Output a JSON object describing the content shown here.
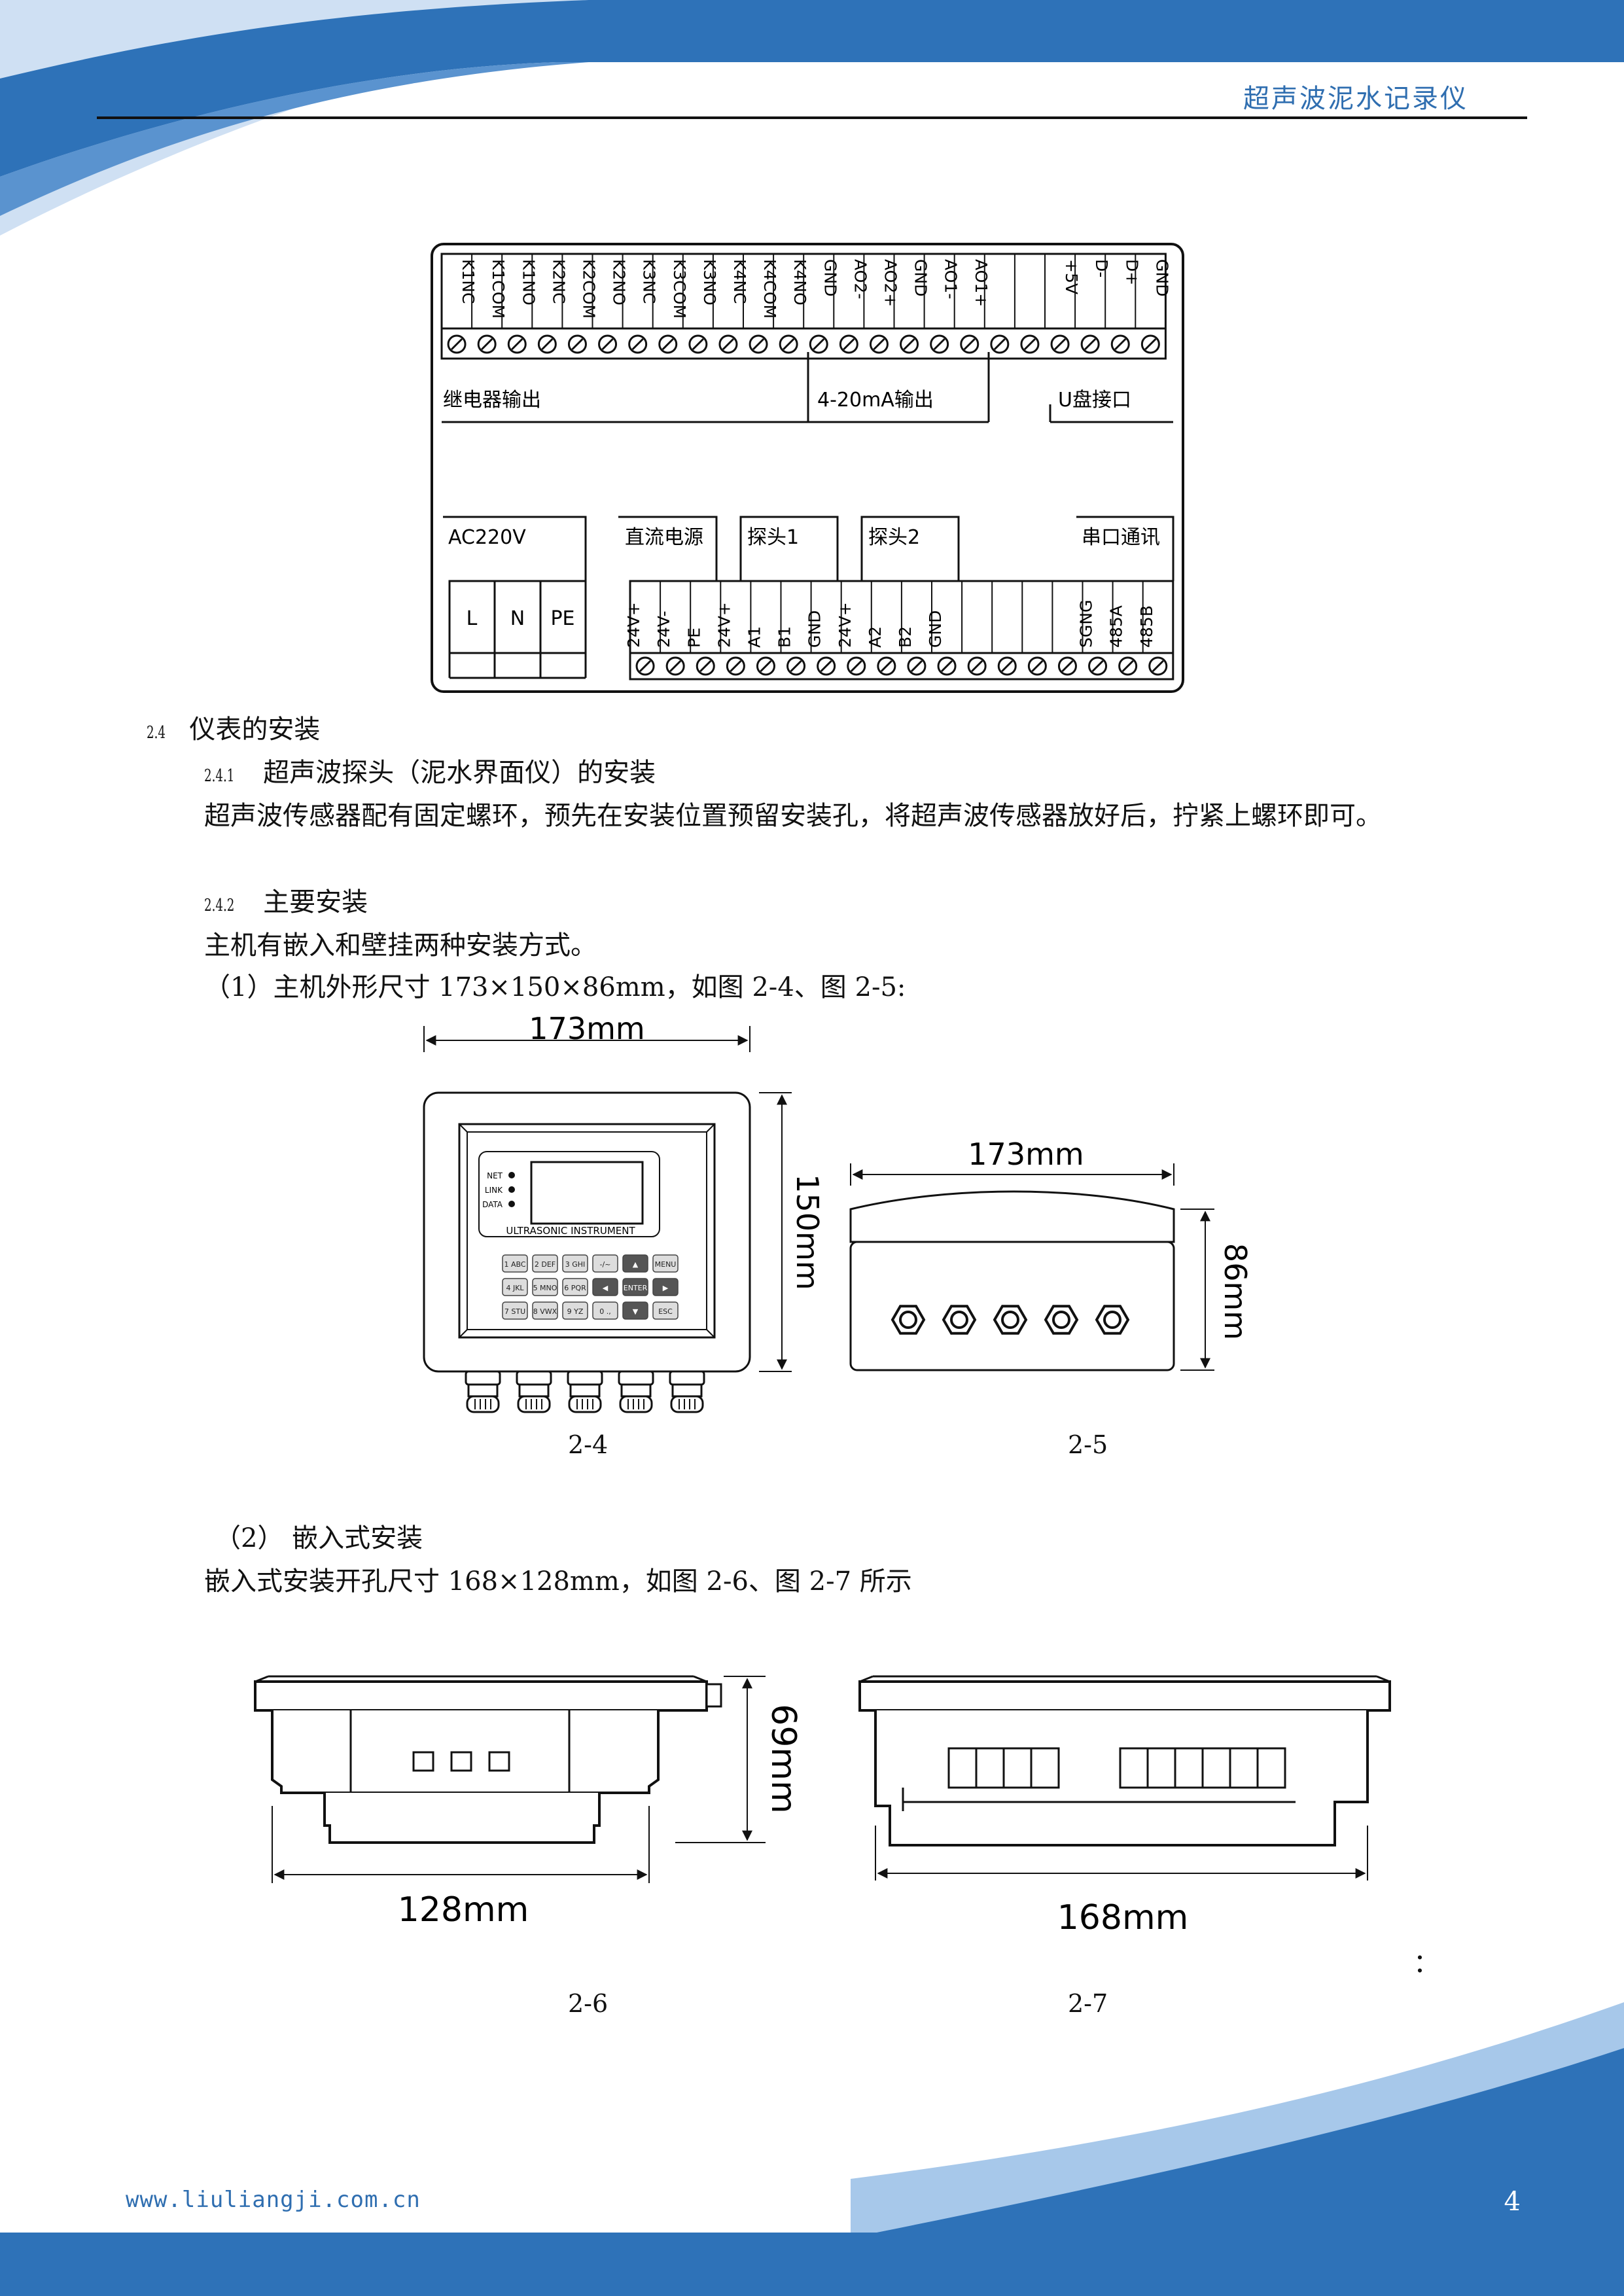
{
  "header": {
    "title": "超声波泥水记录仪"
  },
  "wiring": {
    "top_terminals": [
      "K1NC",
      "K1COM",
      "K1NO",
      "K2NC",
      "K2COM",
      "K2NO",
      "K3NC",
      "K3COM",
      "K3NO",
      "K4NC",
      "K4COM",
      "K4NO",
      "GND",
      "AO2-",
      "AO2+",
      "GND",
      "AO1-",
      "AO1+",
      "",
      "",
      "+5V",
      "D-",
      "D+",
      "GND"
    ],
    "group_relay": "继电器输出",
    "group_analog": "4-20mA输出",
    "group_usb": "U盘接口",
    "group_ac": "AC220V",
    "ac_terminals": [
      "L",
      "N",
      "PE"
    ],
    "group_dc": "直流电源",
    "group_probe1": "探头1",
    "group_probe2": "探头2",
    "group_serial": "串口通讯",
    "bottom_terminals": [
      "24V+",
      "24V-",
      "PE",
      "24V+",
      "A1",
      "B1",
      "GND",
      "24V+",
      "A2",
      "B2",
      "GND",
      "",
      "",
      "",
      "",
      "SGNG",
      "485A",
      "485B"
    ]
  },
  "section_2_4": {
    "num": "2.4",
    "title": "仪表的安装"
  },
  "section_2_4_1": {
    "num": "2.4.1",
    "title": "超声波探头（泥水界面仪）的安装"
  },
  "para_probe": "超声波传感器配有固定螺环，预先在安装位置预留安装孔，将超声波传感器放好后，拧紧上螺环即可。",
  "section_2_4_2": {
    "num": "2.4.2",
    "title": "主要安装"
  },
  "para_mount": "主机有嵌入和壁挂两种安装方式。",
  "para_size": "（1）主机外形尺寸 173×150×86mm，如图 2-4、图 2-5:",
  "fig_front": {
    "width_label": "173mm",
    "height_label": "150mm",
    "indicators": [
      "NET",
      "LINK",
      "DATA"
    ],
    "brand": "ULTRASONIC INSTRUMENT",
    "keys": [
      "1 ABC",
      "2 DEF",
      "3 GHI",
      "-/~",
      "▲",
      "MENU",
      "4 JKL",
      "5 MNO",
      "6 PQR",
      "◀",
      "ENTER",
      "▶",
      "7 STU",
      "8 VWX",
      "9 YZ",
      "0 .,",
      "▼",
      "ESC"
    ],
    "caption": "2-4"
  },
  "fig_side": {
    "width_label": "173mm",
    "height_label": "86mm",
    "caption": "2-5"
  },
  "para_embed_title": "（2） 嵌入式安装",
  "para_embed": "嵌入式安装开孔尺寸 168×128mm，如图 2-6、图 2-7 所示",
  "fig_embed_side": {
    "width_label": "128mm",
    "height_label": "69mm",
    "caption": "2-6"
  },
  "fig_embed_top": {
    "width_label": "168mm",
    "caption": "2-7"
  },
  "stray_mark": "：",
  "footer": {
    "url": "www.liuliangji.com.cn",
    "page": "4"
  },
  "colors": {
    "dark_blue": "#2e72b8",
    "light_blue": "#a7c8ea",
    "text_blue": "#2f6eb0"
  }
}
